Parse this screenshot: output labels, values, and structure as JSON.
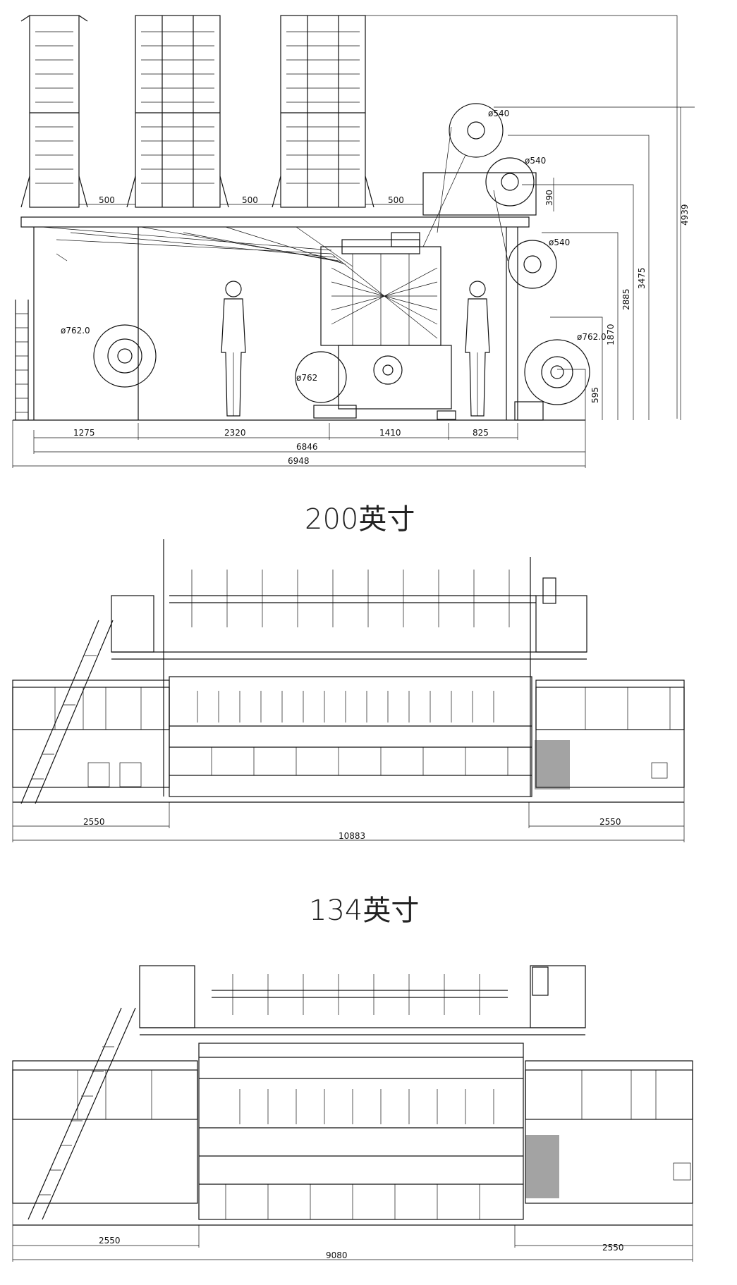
{
  "sections": [
    {
      "id": "side-view",
      "title": "",
      "dimensions": {
        "top_spacings": [
          "500",
          "500",
          "500"
        ],
        "bottom_row": [
          "1275",
          "2320",
          "1410",
          "825"
        ],
        "overall_inner": "6846",
        "overall_outer": "6948",
        "right_heights": [
          "4939",
          "3475",
          "2885",
          "1870",
          "595",
          "390"
        ],
        "roll_labels": [
          "ø540",
          "ø540",
          "ø540",
          "ø762.0",
          "ø762.0",
          "ø762"
        ]
      }
    },
    {
      "id": "front-view-200",
      "title": "200英寸",
      "dimensions": {
        "left": "2550",
        "right": "2550",
        "overall": "10883"
      }
    },
    {
      "id": "front-view-134",
      "title": "134英寸",
      "dimensions": {
        "left": "2550",
        "right": "2550",
        "overall": "9080"
      }
    }
  ],
  "colors": {
    "line": "#111111",
    "background": "#ffffff"
  }
}
